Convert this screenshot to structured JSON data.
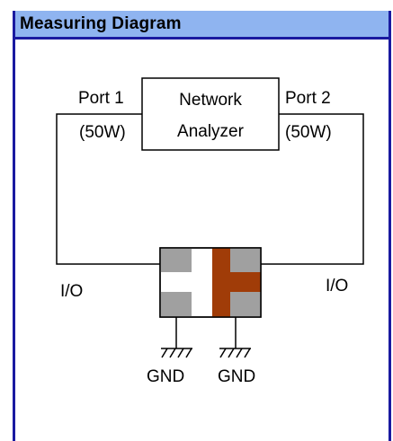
{
  "header": {
    "title": "Measuring Diagram"
  },
  "diagram": {
    "analyzer_line1": "Network",
    "analyzer_line2": "Analyzer",
    "port1_name": "Port 1",
    "port1_impedance": "(50W)",
    "port2_name": "Port 2",
    "port2_impedance": "(50W)",
    "io_left": "I/O",
    "io_right": "I/O",
    "gnd_left": "GND",
    "gnd_right": "GND"
  },
  "colors": {
    "title_bar": "#8fb4f0",
    "border": "#1a1aa0",
    "pad_gray": "#a0a0a0",
    "pad_brown": "#a03c08"
  }
}
